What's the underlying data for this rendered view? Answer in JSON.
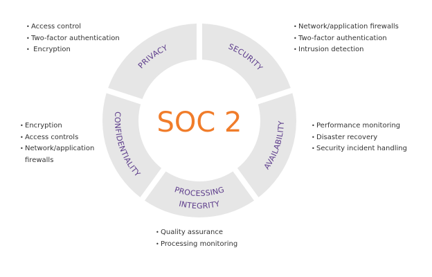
{
  "center_title": "SOC 2",
  "colors": {
    "segment": "#e6e6e6",
    "label": "#5b3a8a",
    "title": "#f07c2a",
    "text": "#333333"
  },
  "segments": [
    {
      "id": "privacy",
      "lines": [
        "PRIVACY"
      ]
    },
    {
      "id": "security",
      "lines": [
        "SECURITY"
      ]
    },
    {
      "id": "availability",
      "lines": [
        "AVAILABILITY"
      ]
    },
    {
      "id": "processing",
      "lines": [
        "PROCESSING",
        "INTEGRITY"
      ]
    },
    {
      "id": "confidentiality",
      "lines": [
        "CONFIDENTIALITY"
      ]
    }
  ],
  "lists": {
    "privacy": [
      "Access control",
      "Two-factor authentication",
      " Encryption"
    ],
    "security": [
      "Network/application firewalls",
      "Two-factor authentication",
      "Intrusion detection"
    ],
    "availability": [
      "Performance monitoring",
      "Disaster recovery",
      "Security incident handling"
    ],
    "processing": [
      "Quality assurance",
      "Processing monitoring"
    ],
    "confidentiality": [
      "Encryption",
      "Access controls",
      "Network/application",
      "firewalls"
    ]
  }
}
